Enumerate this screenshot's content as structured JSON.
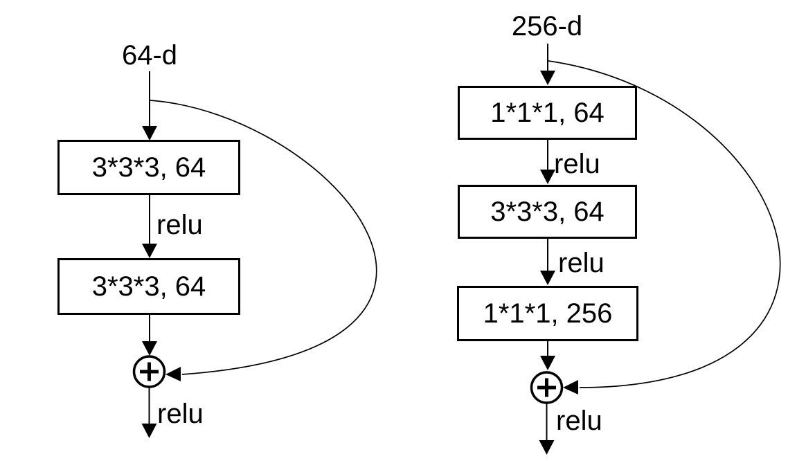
{
  "left_block": {
    "input": "64-d",
    "box1": "3*3*3, 64",
    "relu1": "relu",
    "box2": "3*3*3, 64",
    "relu_out": "relu",
    "sum_symbol": "+"
  },
  "right_block": {
    "input": "256-d",
    "box1": "1*1*1, 64",
    "relu1": "relu",
    "box2": "3*3*3, 64",
    "relu2": "relu",
    "box3": "1*1*1, 256",
    "relu_out": "relu",
    "sum_symbol": "+"
  },
  "colors": {
    "line": "#000000",
    "text": "#000000",
    "background": "#ffffff"
  }
}
